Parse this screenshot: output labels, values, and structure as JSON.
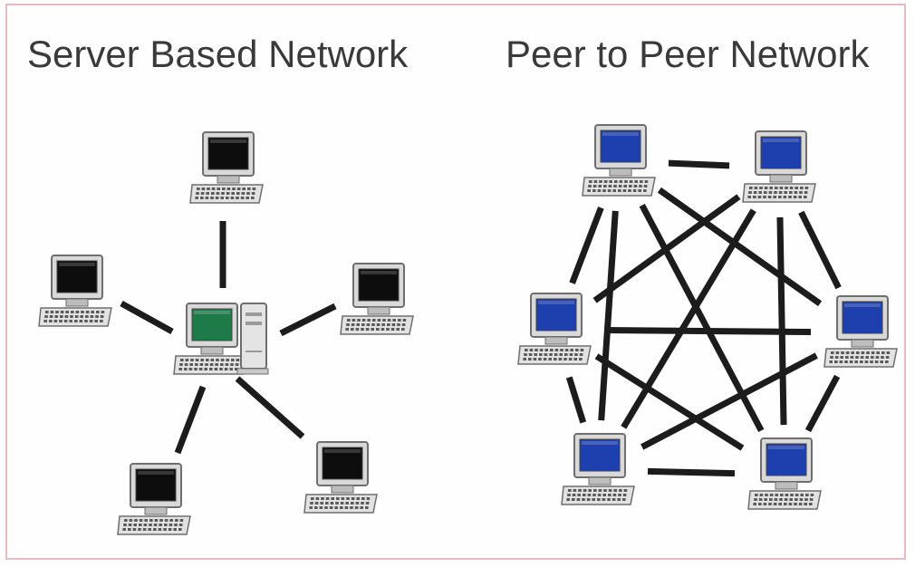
{
  "titles": {
    "server_based": "Server Based Network",
    "peer_to_peer": "Peer to Peer Network"
  },
  "colors": {
    "link": "#1c1c1c",
    "client_screen": "#0d0d0d",
    "server_screen": "#1f7a4a",
    "peer_screen": "#1e3fae",
    "frame_border": "#e7b9c1"
  },
  "server_network": {
    "server": {
      "id": "server",
      "icon": "server-computer-icon"
    },
    "clients": [
      {
        "id": "client-top",
        "icon": "desktop-computer-icon"
      },
      {
        "id": "client-left",
        "icon": "desktop-computer-icon"
      },
      {
        "id": "client-right",
        "icon": "desktop-computer-icon"
      },
      {
        "id": "client-bottom-left",
        "icon": "desktop-computer-icon"
      },
      {
        "id": "client-bottom-right",
        "icon": "desktop-computer-icon"
      }
    ]
  },
  "peer_network": {
    "peers": [
      {
        "id": "peer-top-left",
        "icon": "desktop-computer-icon"
      },
      {
        "id": "peer-top-right",
        "icon": "desktop-computer-icon"
      },
      {
        "id": "peer-mid-left",
        "icon": "desktop-computer-icon"
      },
      {
        "id": "peer-mid-right",
        "icon": "desktop-computer-icon"
      },
      {
        "id": "peer-bottom-left",
        "icon": "desktop-computer-icon"
      },
      {
        "id": "peer-bottom-right",
        "icon": "desktop-computer-icon"
      }
    ],
    "connection_type": "full mesh"
  }
}
